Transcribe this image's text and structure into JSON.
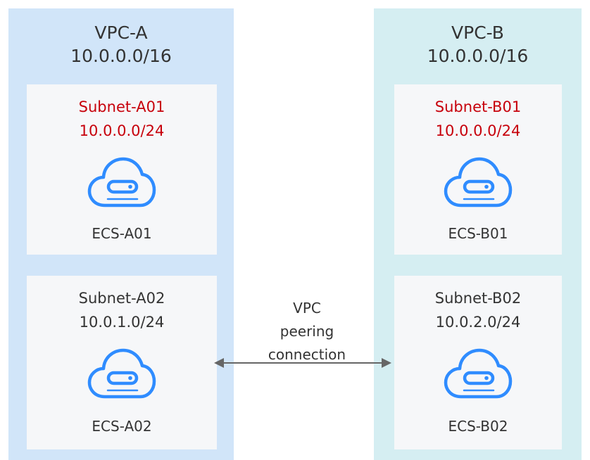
{
  "colors": {
    "vpc_a_fill": "#d1e5f9",
    "vpc_b_fill": "#d5eef2",
    "subnet_fill": "#f6f7f9",
    "highlight_text": "#c7000b",
    "icon_stroke": "#2f8cff",
    "arrow": "#666666"
  },
  "vpc_a": {
    "name": "VPC-A",
    "cidr": "10.0.0.0/16",
    "subnets": [
      {
        "name": "Subnet-A01",
        "cidr": "10.0.0.0/24",
        "highlighted": true,
        "ecs": "ECS-A01",
        "icon": "ecs-cloud-icon"
      },
      {
        "name": "Subnet-A02",
        "cidr": "10.0.1.0/24",
        "highlighted": false,
        "ecs": "ECS-A02",
        "icon": "ecs-cloud-icon"
      }
    ]
  },
  "vpc_b": {
    "name": "VPC-B",
    "cidr": "10.0.0.0/16",
    "subnets": [
      {
        "name": "Subnet-B01",
        "cidr": "10.0.0.0/24",
        "highlighted": true,
        "ecs": "ECS-B01",
        "icon": "ecs-cloud-icon"
      },
      {
        "name": "Subnet-B02",
        "cidr": "10.0.2.0/24",
        "highlighted": false,
        "ecs": "ECS-B02",
        "icon": "ecs-cloud-icon"
      }
    ]
  },
  "connection": {
    "label_lines": [
      "VPC",
      "peering",
      "connection"
    ],
    "icon": "double-arrow-icon"
  }
}
